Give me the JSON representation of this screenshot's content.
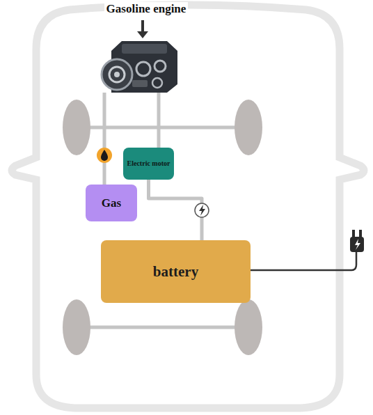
{
  "diagram": {
    "nodes": [
      {
        "text": [
          "Gasoline engine"
        ]
      },
      {
        "text": [
          "Electric motor"
        ]
      },
      {
        "text": [
          "Gas"
        ]
      },
      {
        "text": [
          "battery"
        ]
      }
    ],
    "edges": [
      {
        "from": 2,
        "to": 0,
        "arrow": "none"
      },
      {
        "from": 1,
        "to": 0,
        "arrow": "none"
      },
      {
        "from": 3,
        "to": 1,
        "arrow": "none"
      }
    ]
  }
}
